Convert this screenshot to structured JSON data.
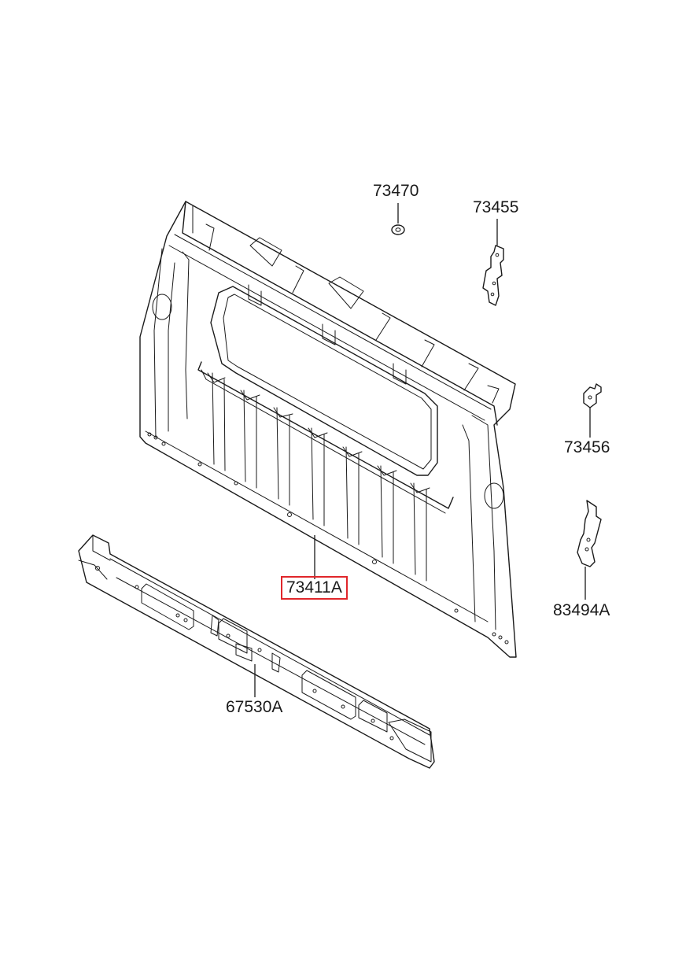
{
  "diagram": {
    "highlight_color": "#e0262b",
    "labels": {
      "p73470": "73470",
      "p73455": "73455",
      "p73456": "73456",
      "p73411A": "73411A",
      "p83494A": "83494A",
      "p67530A": "67530A"
    },
    "highlighted_part": "73411A"
  }
}
